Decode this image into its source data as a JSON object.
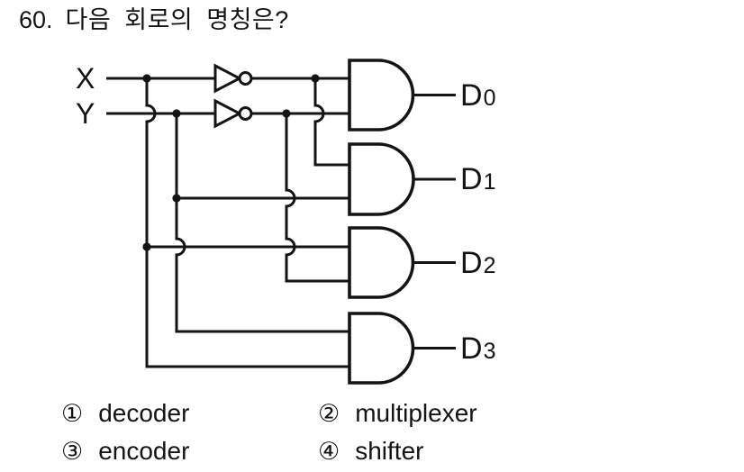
{
  "question": {
    "number": "60.",
    "text": "다음 회로의 명칭은?"
  },
  "circuit": {
    "inputs": [
      {
        "label": "X"
      },
      {
        "label": "Y"
      }
    ],
    "outputs": [
      {
        "base": "D",
        "sub": "0"
      },
      {
        "base": "D",
        "sub": "1"
      },
      {
        "base": "D",
        "sub": "2"
      },
      {
        "base": "D",
        "sub": "3"
      }
    ]
  },
  "options": [
    {
      "marker": "①",
      "label": "decoder"
    },
    {
      "marker": "②",
      "label": "multiplexer"
    },
    {
      "marker": "③",
      "label": "encoder"
    },
    {
      "marker": "④",
      "label": "shifter"
    }
  ],
  "colors": {
    "ink": "#141414",
    "background": "#ffffff"
  }
}
